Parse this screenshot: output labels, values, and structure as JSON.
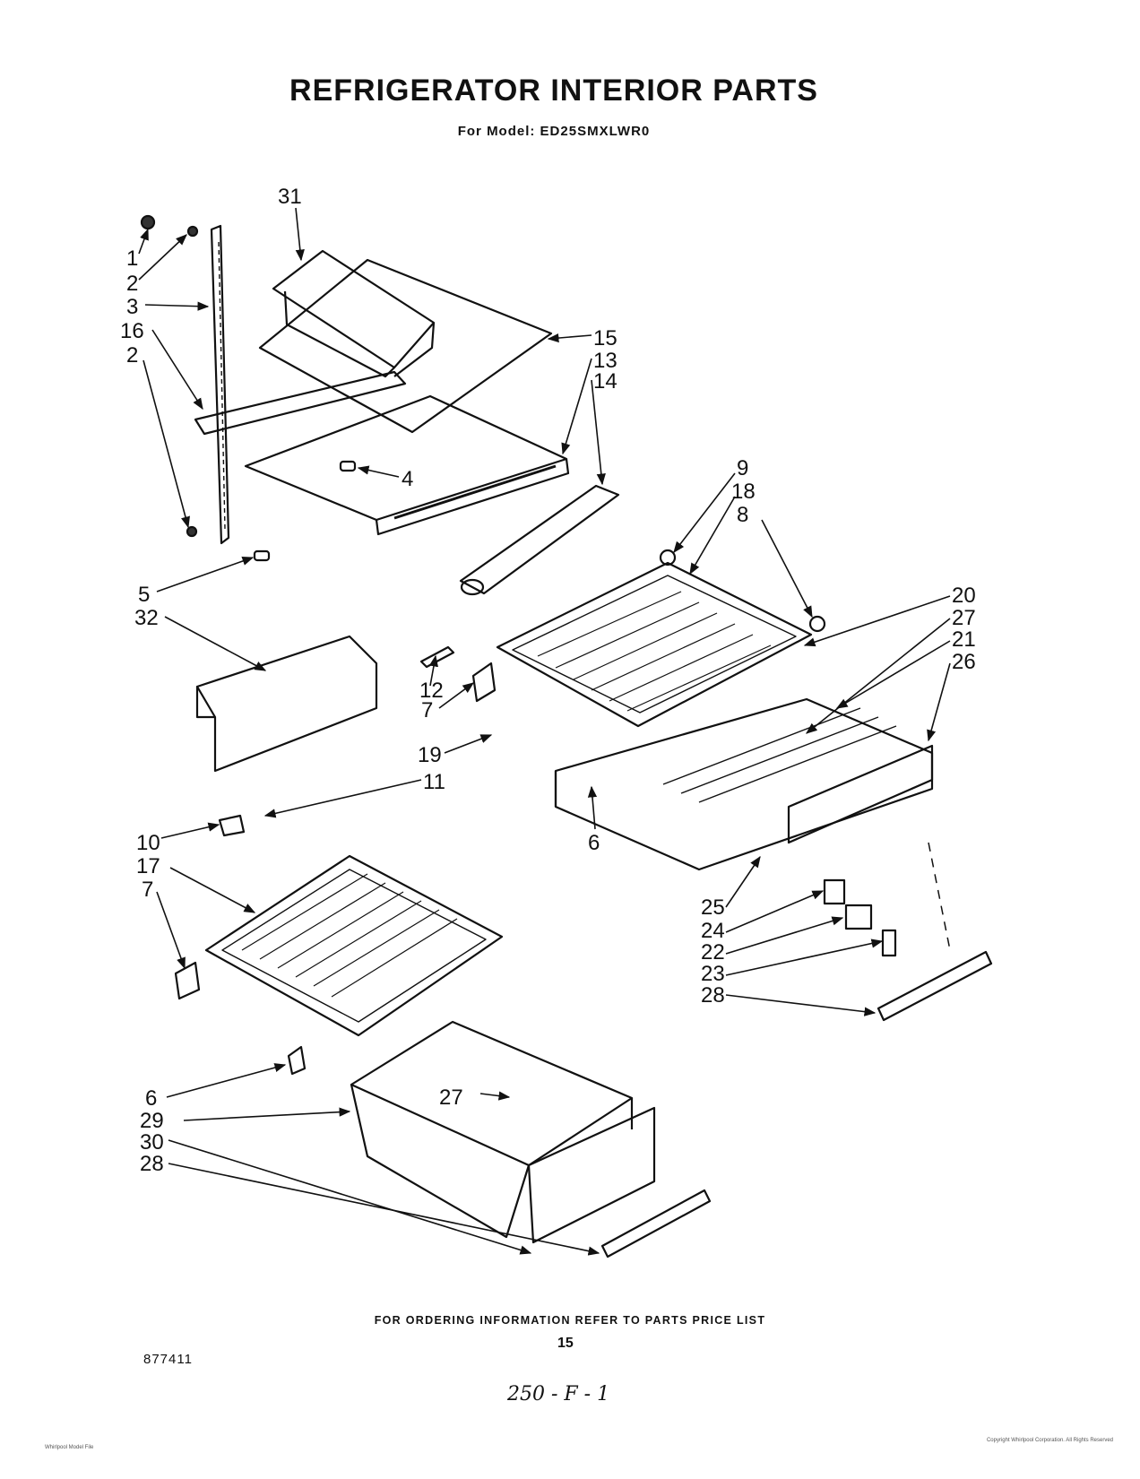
{
  "header": {
    "title": "REFRIGERATOR INTERIOR PARTS",
    "subtitle": "For Model: ED25SMXLWR0"
  },
  "callouts": [
    "1",
    "2",
    "3",
    "16",
    "2",
    "31",
    "15",
    "13",
    "14",
    "4",
    "5",
    "32",
    "9",
    "18",
    "8",
    "20",
    "27",
    "21",
    "26",
    "12",
    "7",
    "19",
    "11",
    "6",
    "10",
    "17",
    "7",
    "25",
    "24",
    "22",
    "23",
    "28",
    "6",
    "29",
    "30",
    "28",
    "27"
  ],
  "footer": {
    "ordering_note": "FOR ORDERING INFORMATION REFER TO PARTS PRICE LIST",
    "page_number": "15",
    "doc_code": "877411",
    "handwritten": "250 - F - 1"
  },
  "fine_print": {
    "left": "Whirlpool Model File",
    "right": "Copyright Whirlpool Corporation. All Rights Reserved"
  }
}
